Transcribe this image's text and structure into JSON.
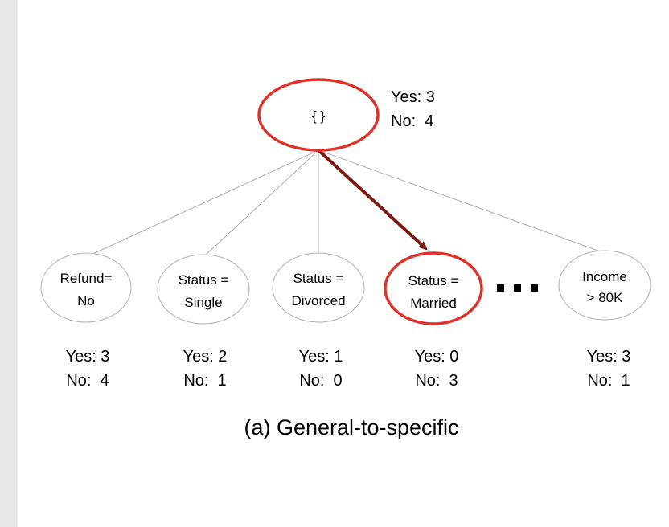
{
  "root": {
    "label": "{ }",
    "yes": "Yes: 3",
    "no": "No:  4"
  },
  "children": [
    {
      "line1": "Refund=",
      "line2": "No",
      "yes": "Yes: 3",
      "no": "No:  4",
      "highlighted": false
    },
    {
      "line1": "Status =",
      "line2": "Single",
      "yes": "Yes: 2",
      "no": "No:  1",
      "highlighted": false
    },
    {
      "line1": "Status =",
      "line2": "Divorced",
      "yes": "Yes: 1",
      "no": "No:  0",
      "highlighted": false
    },
    {
      "line1": "Status =",
      "line2": "Married",
      "yes": "Yes: 0",
      "no": "No:  3",
      "highlighted": true
    },
    {
      "line1": "Income",
      "line2": "> 80K",
      "yes": "Yes: 3",
      "no": "No:  1",
      "highlighted": false
    }
  ],
  "ellipsis": "...",
  "caption": "(a) General-to-specific",
  "colors": {
    "highlight": "#e0322b",
    "arrow": "#7a1a12",
    "edge": "#9a9a9a",
    "node_border": "#b0b0b0"
  }
}
